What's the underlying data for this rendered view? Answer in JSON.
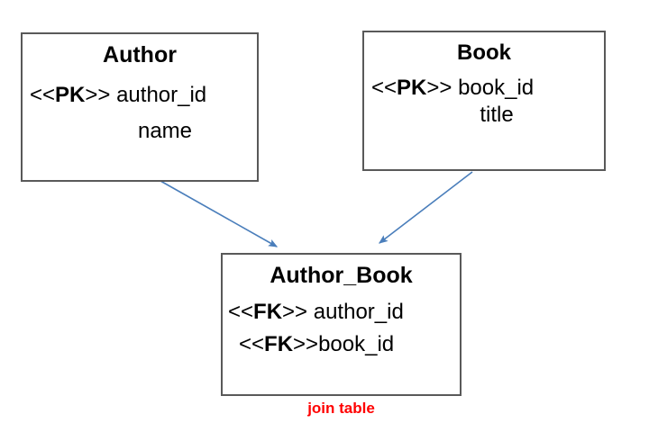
{
  "diagram": {
    "title": "Author / Book many-to-many join table ER diagram",
    "accent_color": "#4a7ebb",
    "box_border_color": "#595959",
    "caption_color": "#ff0000"
  },
  "entities": {
    "author": {
      "name": "Author",
      "attributes": [
        {
          "stereotype_open": "<<",
          "key": "PK",
          "stereotype_close": ">>",
          "separator": " ",
          "field": "author_id"
        },
        {
          "stereotype_open": "",
          "key": "",
          "stereotype_close": "",
          "separator": "",
          "field": "name"
        }
      ]
    },
    "book": {
      "name": "Book",
      "attributes": [
        {
          "stereotype_open": "<<",
          "key": "PK",
          "stereotype_close": ">>",
          "separator": " ",
          "field": "book_id"
        },
        {
          "stereotype_open": "",
          "key": "",
          "stereotype_close": "",
          "separator": "",
          "field": "title"
        }
      ]
    },
    "author_book": {
      "name": "Author_Book",
      "caption": "join table",
      "attributes": [
        {
          "stereotype_open": "<<",
          "key": "FK",
          "stereotype_close": ">>",
          "separator": " ",
          "field": "author_id"
        },
        {
          "stereotype_open": "<<",
          "key": "FK",
          "stereotype_close": ">>",
          "separator": "",
          "field": "book_id"
        }
      ]
    }
  },
  "relationships": [
    {
      "id": "author-to-join",
      "from": "Author",
      "to": "Author_Book"
    },
    {
      "id": "book-to-join",
      "from": "Book",
      "to": "Author_Book"
    }
  ]
}
